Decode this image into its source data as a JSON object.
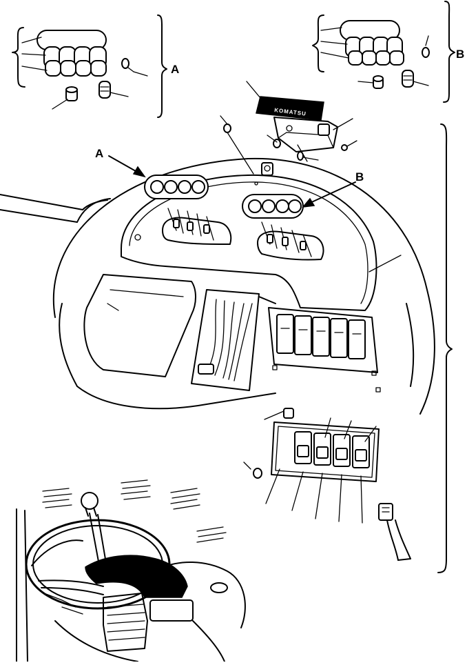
{
  "callouts": {
    "a_top": "A",
    "b_top": "B",
    "a_arrow": "A",
    "b_arrow": "B"
  },
  "module": {
    "brand": "KOMATSU"
  }
}
